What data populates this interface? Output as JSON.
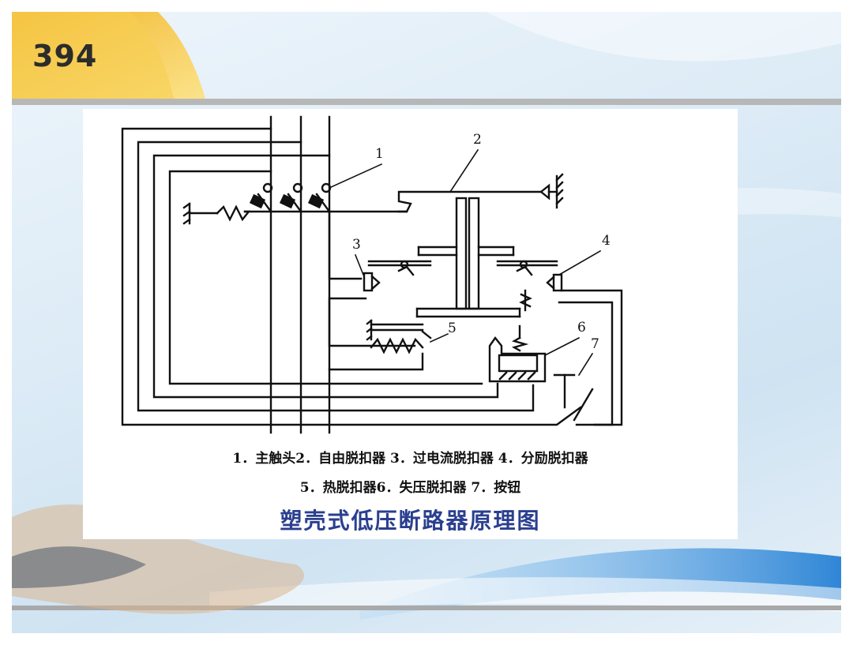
{
  "slide": {
    "number": "394"
  },
  "diagram": {
    "callouts": [
      "1",
      "2",
      "3",
      "4",
      "5",
      "6",
      "7"
    ],
    "legend_line_1": "1．主触头2．自由脱扣器 3．过电流脱扣器 4．分励脱扣器",
    "legend_line_2": "5．热脱扣器6．失压脱扣器 7．按钮",
    "title": "塑壳式低压断路器原理图"
  },
  "colors": {
    "title": "#2a3f8f",
    "slide_number_band": "#f5c542",
    "accent_wave": "#2f86d6"
  }
}
